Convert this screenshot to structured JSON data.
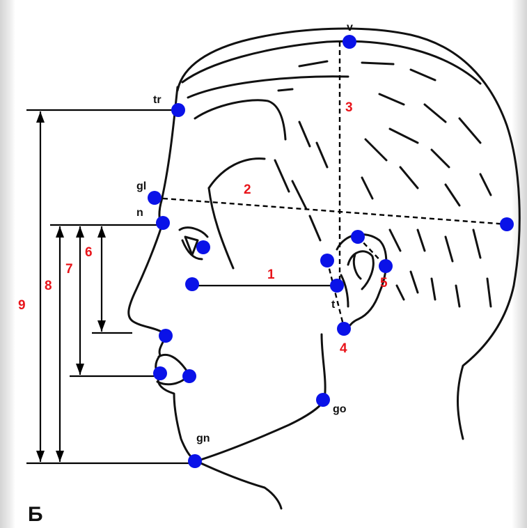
{
  "panel_label": "Б",
  "colors": {
    "measurement_label": "#e8141a",
    "landmark_point": "#0a12e8",
    "line": "#000000"
  },
  "landmarks": [
    {
      "id": "v",
      "text": "v"
    },
    {
      "id": "tr",
      "text": "tr"
    },
    {
      "id": "gl",
      "text": "gl"
    },
    {
      "id": "n",
      "text": "n"
    },
    {
      "id": "t",
      "text": "t"
    },
    {
      "id": "go",
      "text": "go"
    },
    {
      "id": "gn",
      "text": "gn"
    }
  ],
  "measurements": [
    "1",
    "2",
    "3",
    "4",
    "5",
    "6",
    "7",
    "8",
    "9"
  ]
}
